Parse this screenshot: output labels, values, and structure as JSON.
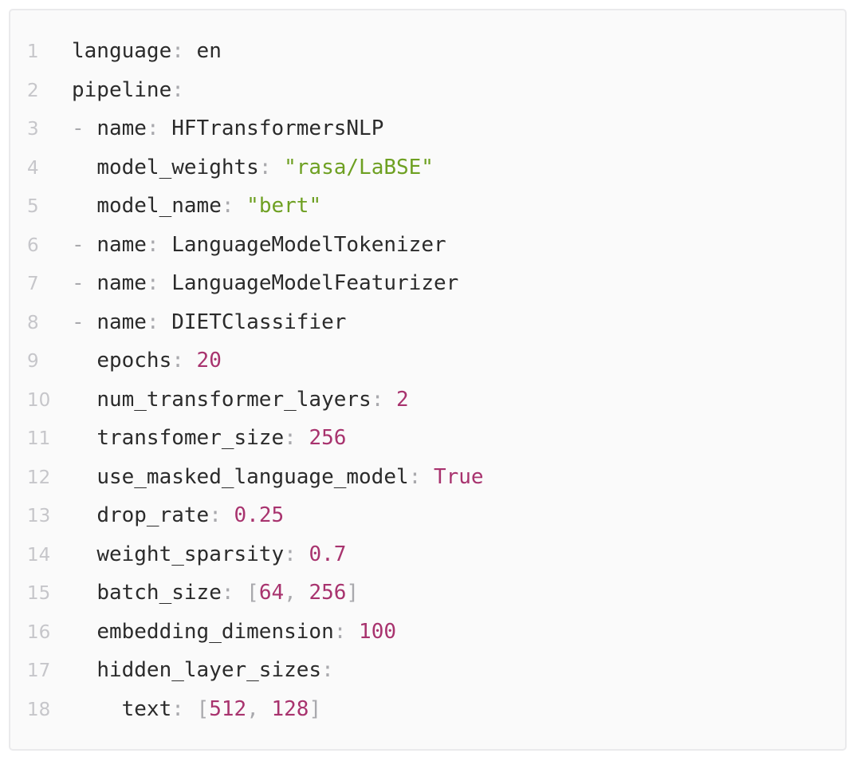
{
  "page": {
    "background": "#ffffff"
  },
  "code_block": {
    "language": "yaml",
    "background": "#fafafa",
    "border_color": "#eaeaec",
    "colors": {
      "key": "#2b2b2b",
      "plain": "#2b2b2b",
      "punctuation": "#a9a9ad",
      "string": "#6ea022",
      "number": "#a8336e",
      "line_number": "#c6c6ca"
    },
    "lines": [
      {
        "num": "1",
        "tokens": [
          [
            "key",
            "language"
          ],
          [
            "punc",
            ": "
          ],
          [
            "plain",
            "en"
          ]
        ]
      },
      {
        "num": "2",
        "tokens": [
          [
            "key",
            "pipeline"
          ],
          [
            "punc",
            ":"
          ]
        ]
      },
      {
        "num": "3",
        "tokens": [
          [
            "punc",
            "- "
          ],
          [
            "key",
            "name"
          ],
          [
            "punc",
            ": "
          ],
          [
            "plain",
            "HFTransformersNLP"
          ]
        ]
      },
      {
        "num": "4",
        "tokens": [
          [
            "plain",
            "  "
          ],
          [
            "key",
            "model_weights"
          ],
          [
            "punc",
            ": "
          ],
          [
            "str",
            "\"rasa/LaBSE\""
          ]
        ]
      },
      {
        "num": "5",
        "tokens": [
          [
            "plain",
            "  "
          ],
          [
            "key",
            "model_name"
          ],
          [
            "punc",
            ": "
          ],
          [
            "str",
            "\"bert\""
          ]
        ]
      },
      {
        "num": "6",
        "tokens": [
          [
            "punc",
            "- "
          ],
          [
            "key",
            "name"
          ],
          [
            "punc",
            ": "
          ],
          [
            "plain",
            "LanguageModelTokenizer"
          ]
        ]
      },
      {
        "num": "7",
        "tokens": [
          [
            "punc",
            "- "
          ],
          [
            "key",
            "name"
          ],
          [
            "punc",
            ": "
          ],
          [
            "plain",
            "LanguageModelFeaturizer"
          ]
        ]
      },
      {
        "num": "8",
        "tokens": [
          [
            "punc",
            "- "
          ],
          [
            "key",
            "name"
          ],
          [
            "punc",
            ": "
          ],
          [
            "plain",
            "DIETClassifier"
          ]
        ]
      },
      {
        "num": "9",
        "tokens": [
          [
            "plain",
            "  "
          ],
          [
            "key",
            "epochs"
          ],
          [
            "punc",
            ": "
          ],
          [
            "num",
            "20"
          ]
        ]
      },
      {
        "num": "10",
        "tokens": [
          [
            "plain",
            "  "
          ],
          [
            "key",
            "num_transformer_layers"
          ],
          [
            "punc",
            ": "
          ],
          [
            "num",
            "2"
          ]
        ]
      },
      {
        "num": "11",
        "tokens": [
          [
            "plain",
            "  "
          ],
          [
            "key",
            "transfomer_size"
          ],
          [
            "punc",
            ": "
          ],
          [
            "num",
            "256"
          ]
        ]
      },
      {
        "num": "12",
        "tokens": [
          [
            "plain",
            "  "
          ],
          [
            "key",
            "use_masked_language_model"
          ],
          [
            "punc",
            ": "
          ],
          [
            "num",
            "True"
          ]
        ]
      },
      {
        "num": "13",
        "tokens": [
          [
            "plain",
            "  "
          ],
          [
            "key",
            "drop_rate"
          ],
          [
            "punc",
            ": "
          ],
          [
            "num",
            "0.25"
          ]
        ]
      },
      {
        "num": "14",
        "tokens": [
          [
            "plain",
            "  "
          ],
          [
            "key",
            "weight_sparsity"
          ],
          [
            "punc",
            ": "
          ],
          [
            "num",
            "0.7"
          ]
        ]
      },
      {
        "num": "15",
        "tokens": [
          [
            "plain",
            "  "
          ],
          [
            "key",
            "batch_size"
          ],
          [
            "punc",
            ": "
          ],
          [
            "punc",
            "["
          ],
          [
            "num",
            "64"
          ],
          [
            "punc",
            ", "
          ],
          [
            "num",
            "256"
          ],
          [
            "punc",
            "]"
          ]
        ]
      },
      {
        "num": "16",
        "tokens": [
          [
            "plain",
            "  "
          ],
          [
            "key",
            "embedding_dimension"
          ],
          [
            "punc",
            ": "
          ],
          [
            "num",
            "100"
          ]
        ]
      },
      {
        "num": "17",
        "tokens": [
          [
            "plain",
            "  "
          ],
          [
            "key",
            "hidden_layer_sizes"
          ],
          [
            "punc",
            ":"
          ]
        ]
      },
      {
        "num": "18",
        "tokens": [
          [
            "plain",
            "    "
          ],
          [
            "key",
            "text"
          ],
          [
            "punc",
            ": "
          ],
          [
            "punc",
            "["
          ],
          [
            "num",
            "512"
          ],
          [
            "punc",
            ", "
          ],
          [
            "num",
            "128"
          ],
          [
            "punc",
            "]"
          ]
        ]
      }
    ]
  }
}
